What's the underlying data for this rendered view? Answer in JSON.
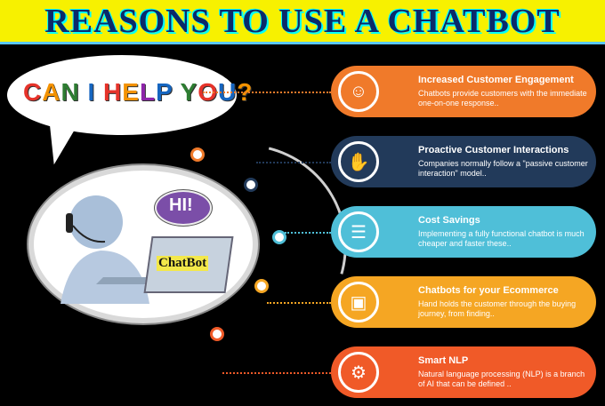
{
  "banner": {
    "title": "REASONS TO USE A CHATBOT"
  },
  "speech_bubble": {
    "letters": [
      "C",
      "A",
      "N",
      " ",
      "I",
      " ",
      "H",
      "E",
      "L",
      "P",
      " ",
      "Y",
      "O",
      "U",
      "?"
    ]
  },
  "illustration": {
    "hi_text": "HI!",
    "laptop_label": "ChatBot"
  },
  "reasons": [
    {
      "title": "Increased Customer Engagement",
      "desc": "Chatbots provide customers with the immediate one-on-one response..",
      "color": "#f07a2a",
      "icon": "users-icon"
    },
    {
      "title": "Proactive Customer Interactions",
      "desc": "Companies normally follow a \"passive customer interaction\" model..",
      "color": "#223a5a",
      "icon": "handshake-icon"
    },
    {
      "title": "Cost Savings",
      "desc": "Implementing a fully functional chatbot is much cheaper and faster these..",
      "color": "#4fbfd8",
      "icon": "money-icon"
    },
    {
      "title": "Chatbots for your Ecommerce",
      "desc": "Hand holds the customer through the buying journey, from finding..",
      "color": "#f5a623",
      "icon": "cart-icon"
    },
    {
      "title": "Smart NLP",
      "desc": "Natural language processing (NLP) is a branch of AI that can be defined ..",
      "color": "#f05a28",
      "icon": "brain-icon"
    }
  ]
}
